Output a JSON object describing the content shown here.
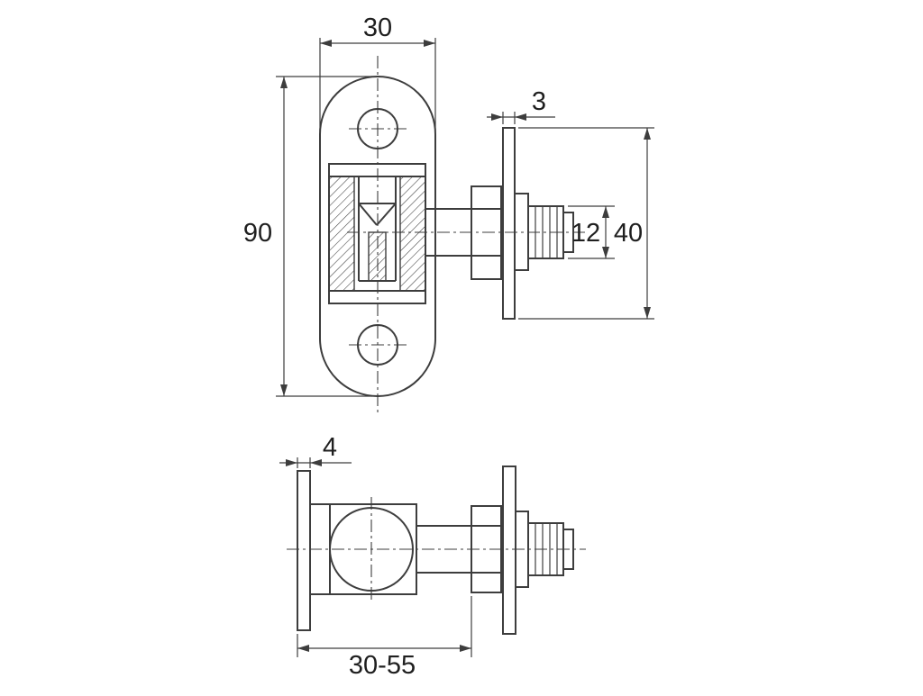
{
  "colors": {
    "line": "#3d3d3d",
    "text": "#1f1f1f",
    "background": "#ffffff"
  },
  "front_view": {
    "dims": {
      "plate_width": "30",
      "plate_height": "90",
      "back_plate_thickness": "3",
      "bolt_diameter": "12",
      "back_plate_height": "40"
    }
  },
  "side_view": {
    "dims": {
      "bracket_thickness": "4",
      "adjustment_range": "30-55"
    }
  }
}
